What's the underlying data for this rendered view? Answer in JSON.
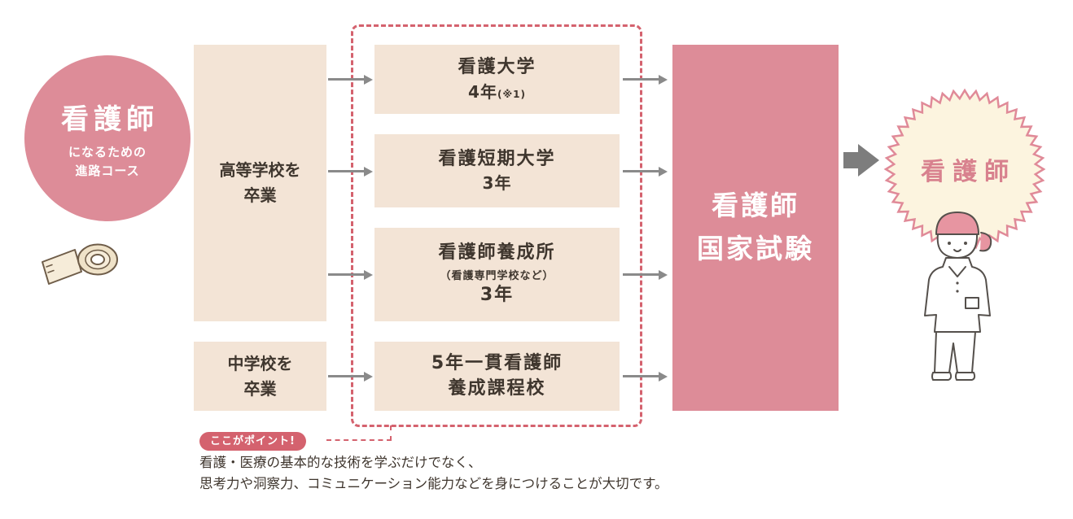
{
  "title_circle": {
    "line1": "看護師",
    "line2": "になるための",
    "line3": "進路コース"
  },
  "prerequisites": [
    {
      "line1": "高等学校を",
      "line2": "卒業"
    },
    {
      "line1": "中学校を",
      "line2": "卒業"
    }
  ],
  "schools": [
    {
      "name": "看護大学",
      "duration": "4年",
      "note": "(※1)"
    },
    {
      "name": "看護短期大学",
      "duration": "3年"
    },
    {
      "name": "看護師養成所",
      "subname": "（看護専門学校など）",
      "duration": "3年"
    },
    {
      "name": "5年一貫看護師",
      "name2": "養成課程校"
    }
  ],
  "exam": {
    "line1": "看護師",
    "line2": "国家試験"
  },
  "goal": {
    "label": "看護師"
  },
  "point": {
    "badge": "ここがポイント!",
    "line1": "看護・医療の基本的な技術を学ぶだけでなく、",
    "line2": "思考力や洞察力、コミュニケーション能力などを身につけることが大切です。"
  },
  "icons": {
    "bandage": "rolled-bandage",
    "nurse": "nurse-character-with-pink-cap",
    "burst": "sunburst-goal-badge"
  },
  "colors": {
    "rose": "#dd8c98",
    "beige": "#f3e4d6",
    "dashed_red": "#d4626e",
    "arrow_gray": "#8a8a8a",
    "arrow_dark": "#7d7d7d",
    "text_dark": "#3f362e",
    "cream": "#fcf4df",
    "goal_text": "#d8818e"
  }
}
